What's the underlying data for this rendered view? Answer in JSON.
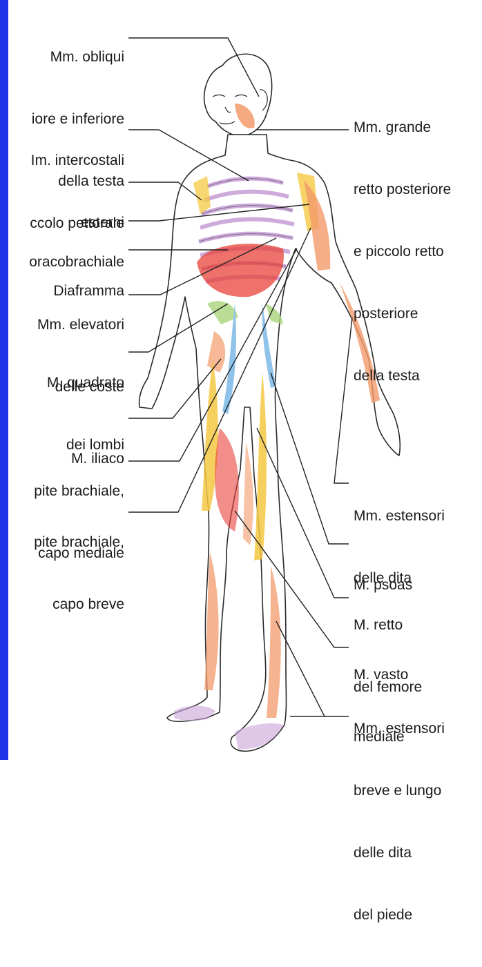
{
  "colors": {
    "left_bar": "#1e33e6",
    "muscle_red": "#e8433a",
    "muscle_orange": "#f29a6a",
    "muscle_yellow": "#f5c842",
    "bone_purple": "#c9a2d8",
    "psoas_blue": "#8fc3ea",
    "quadratus_green": "#a9d47a",
    "outline": "#2a2a2a",
    "leader_line": "#222222"
  },
  "labels_left": [
    {
      "id": "obliqui",
      "lines": [
        "Mm. obliqui",
        "iore e inferiore",
        "della testa"
      ]
    },
    {
      "id": "intercostali",
      "lines": [
        "Im. intercostali",
        "esterni"
      ]
    },
    {
      "id": "pettorale",
      "lines": [
        "ccolo pettorale"
      ]
    },
    {
      "id": "coracobrachiale",
      "lines": [
        "oracobrachiale"
      ]
    },
    {
      "id": "diaframma",
      "lines": [
        "Diaframma"
      ]
    },
    {
      "id": "elevatori",
      "lines": [
        "Mm. elevatori",
        "delle coste"
      ]
    },
    {
      "id": "quadrato",
      "lines": [
        "M. quadrato",
        "dei lombi"
      ]
    },
    {
      "id": "iliaco",
      "lines": [
        "M. iliaco"
      ]
    },
    {
      "id": "brach_mediale",
      "lines": [
        "pite brachiale,",
        "capo mediale"
      ]
    },
    {
      "id": "brach_breve",
      "lines": [
        "pite brachiale,",
        "capo breve"
      ]
    }
  ],
  "labels_right": [
    {
      "id": "retto_testa",
      "lines": [
        "Mm. grande",
        "retto posteriore",
        "e piccolo retto",
        "posteriore",
        "della testa"
      ]
    },
    {
      "id": "estensori_dita",
      "lines": [
        "Mm. estensori",
        "delle dita"
      ]
    },
    {
      "id": "psoas",
      "lines": [
        "M. psoas"
      ]
    },
    {
      "id": "retto_femore",
      "lines": [
        "M. retto",
        "del femore"
      ]
    },
    {
      "id": "vasto",
      "lines": [
        "M. vasto",
        "mediale"
      ]
    },
    {
      "id": "estensori_piede",
      "lines": [
        "Mm. estensori",
        "breve e lungo",
        "delle dita",
        "del piede"
      ]
    }
  ]
}
